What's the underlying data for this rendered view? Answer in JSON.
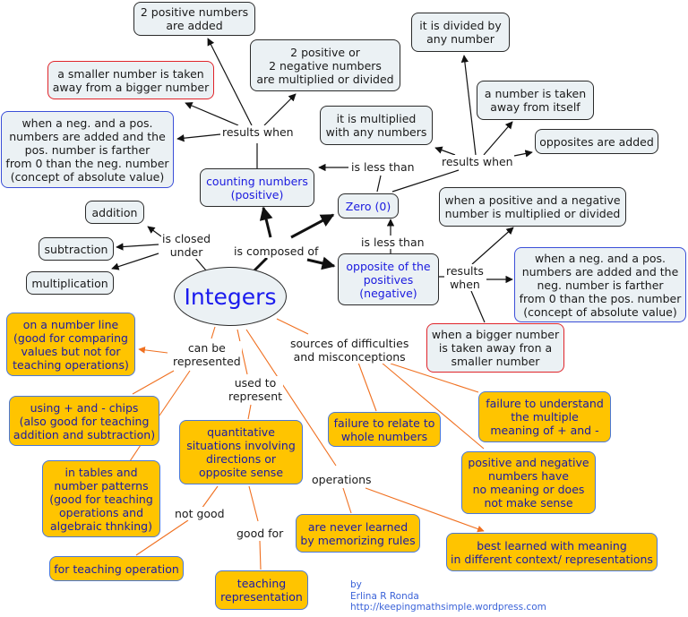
{
  "central": {
    "label": "Integers"
  },
  "colors": {
    "edge_black": "#111111",
    "edge_orange": "#f07020",
    "node_gray": "#ebf1f4",
    "node_gold": "#ffc400",
    "text_blue": "#1a1aee"
  },
  "nodes": {
    "positive_added": "2 positive numbers\nare added",
    "smaller_from_bigger": "a smaller number is taken\naway from a bigger number",
    "two_pos_or_neg_mult": "2 positive or\n2 negative numbers\nare multiplied or divided",
    "neg_pos_added_pos_farther": "when a neg. and a pos.\nnumbers are added and the\npos. number is farther\nfrom 0 than the neg. number\n(concept of absolute value)",
    "counting_numbers": "counting numbers\n(positive)",
    "divided_by_any": "it is divided by\nany number",
    "taken_from_itself": "a number is taken\naway from itself",
    "multiplied_any": "it is multiplied\nwith any numbers",
    "opposites_added": "opposites are added",
    "zero": "Zero (0)",
    "pos_neg_mult": "when a positive and a negative\nnumber is multiplied or divided",
    "opposite_positives": "opposite of the\npositives\n(negative)",
    "neg_pos_added_neg_farther": "when a neg. and a pos.\nnumbers are added and the\nneg. number is farther\nfrom 0 than the pos. number\n(concept of absolute value)",
    "bigger_from_smaller": "when a bigger number\nis taken away fron a\nsmaller number",
    "addition": "addition",
    "subtraction": "subtraction",
    "multiplication": "multiplication",
    "number_line": "on a number line\n(good for comparing\nvalues but not for\nteaching operations)",
    "chips": "using + and - chips\n(also good for teaching\naddition and subtraction)",
    "tables_patterns": "in tables and\nnumber patterns\n(good for teaching\noperations and\nalgebraic thnking)",
    "quantitative": "quantitative\nsituations involving\ndirections or\nopposite sense",
    "for_teaching_operation": "for teaching operation",
    "teaching_representation": "teaching\nrepresentation",
    "failure_relate": "failure to relate to\nwhole numbers",
    "failure_understand": "failure to understand\nthe multiple\nmeaning of + and -",
    "no_meaning": "positive and negative\nnumbers have\nno meaning or does\nnot make sense",
    "never_memorizing": "are never learned\nby memorizing rules",
    "best_learned": "best learned with meaning\nin different context/ representations"
  },
  "links": {
    "results_when_1": "results when",
    "results_when_2": "results when",
    "results_when_3": "results\nwhen",
    "is_less_than_1": "is less than",
    "is_less_than_2": "is less than",
    "is_closed_under": "is closed\nunder",
    "is_composed_of": "is composed of",
    "can_be_represented": "can be\nrepresented",
    "used_to_represent": "used to\nrepresent",
    "sources_difficulties": "sources of difficulties\nand misconceptions",
    "operations": "operations",
    "not_good": "not good",
    "good_for": "good for"
  },
  "credit": {
    "text": "by\nErlina R Ronda\nhttp://keepingmathsimple.wordpress.com"
  }
}
